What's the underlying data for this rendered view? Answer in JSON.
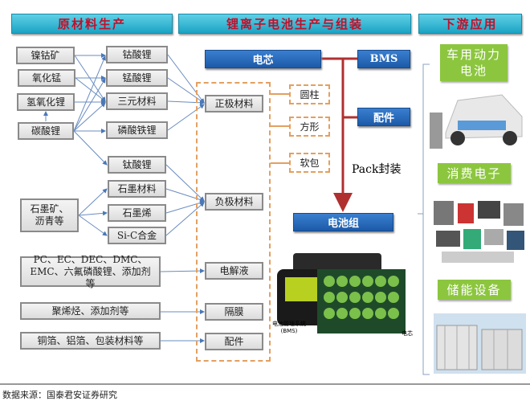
{
  "headers": {
    "raw": "原材料生产",
    "mid": "锂离子电池生产与组装",
    "down": "下游应用"
  },
  "raw_materials": [
    "镍钴矿",
    "氧化锰",
    "氢氧化锂",
    "碳酸锂",
    "石墨矿、沥青等",
    "PC、EC、DEC、DMC、EMC、六氟磷酸锂、添加剂等",
    "聚烯烃、添加剂等",
    "铜箔、铝箔、包装材料等"
  ],
  "intermediates": [
    "钴酸锂",
    "锰酸锂",
    "三元材料",
    "磷酸铁锂",
    "钛酸锂",
    "石墨材料",
    "石墨烯",
    "Si-C合金"
  ],
  "components": [
    "正极材料",
    "负极材料",
    "电解液",
    "隔膜",
    "配件"
  ],
  "cell_types": [
    "圆柱",
    "方形",
    "软包"
  ],
  "assembly": {
    "cell": "电芯",
    "bms": "BMS",
    "parts": "配件",
    "pack": "Pack封装",
    "battery_pack": "电池组",
    "img_label_bms": "电池管理系统 (BMS)",
    "img_label_cell": "电芯"
  },
  "applications": [
    "车用动力电池",
    "消费电子",
    "储能设备"
  ],
  "source": "数据来源：国泰君安证券研究",
  "colors": {
    "header": "#1aa3c4",
    "blue": "#1c5aa8",
    "green": "#8cc63f",
    "orange": "#e3a060",
    "red": "#b03030"
  }
}
